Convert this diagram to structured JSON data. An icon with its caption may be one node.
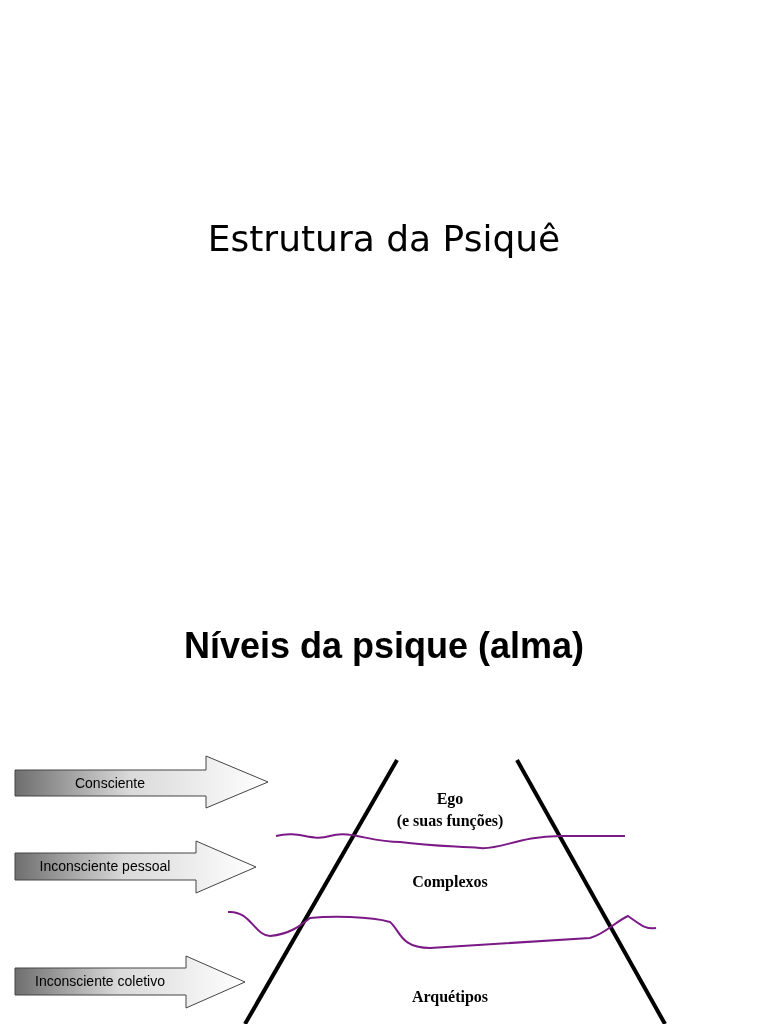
{
  "diagram": {
    "title": "Estrutura da Psiquê",
    "nodes": [
      {
        "text": [
          "Consciente"
        ]
      },
      {
        "text": [
          "Inconsciente pessoal"
        ]
      },
      {
        "text": [
          "Inconsciente coletivo"
        ]
      }
    ],
    "labels": [
      "Níveis da psique (alma)",
      "Ego",
      "(e suas funções)",
      "Complexos",
      "Arquétipos"
    ]
  }
}
